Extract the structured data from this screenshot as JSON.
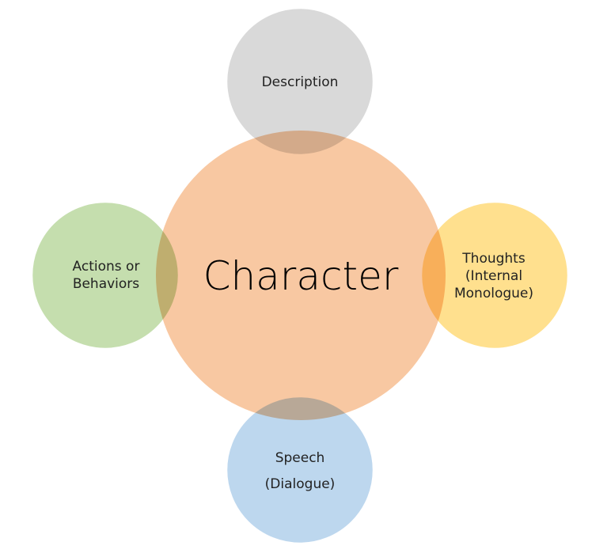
{
  "center": {
    "label": "Character",
    "color": "#F8C8A2"
  },
  "satellites": [
    {
      "id": "top",
      "lines": [
        "Description"
      ],
      "color": "#D9D9D9"
    },
    {
      "id": "left",
      "lines": [
        "Actions or",
        "Behaviors"
      ],
      "color": "#C5DEAE"
    },
    {
      "id": "right",
      "lines": [
        "Thoughts",
        "(Internal",
        "Monologue)"
      ],
      "color": "#FFE08E"
    },
    {
      "id": "bottom",
      "lines": [
        "Speech",
        "(Dialogue)"
      ],
      "color": "#BDD7EE"
    }
  ]
}
